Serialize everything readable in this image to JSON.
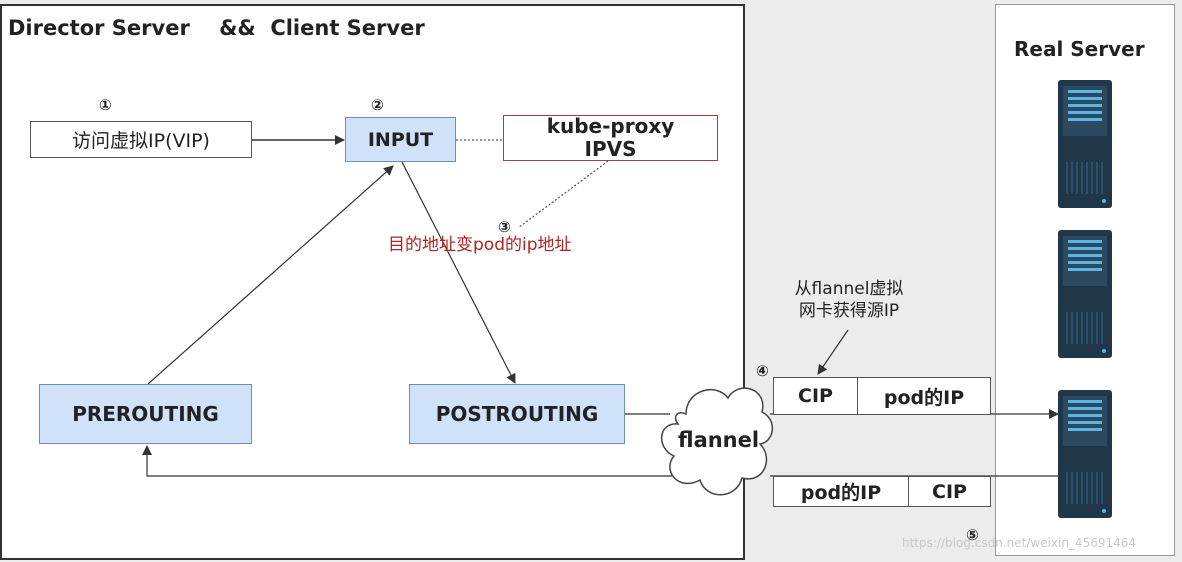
{
  "director_panel": {
    "title": "Director Server    &&  Client Server"
  },
  "real_panel": {
    "title": "Real Server"
  },
  "steps": {
    "s1": "①",
    "s2": "②",
    "s3": "③",
    "s4": "④",
    "s5": "⑤"
  },
  "boxes": {
    "vip": "访问虚拟IP(VIP)",
    "input": "INPUT",
    "kube_proxy_line1": "kube-proxy",
    "kube_proxy_line2": "IPVS",
    "prerouting": "PREROUTING",
    "postrouting": "POSTROUTING"
  },
  "annotations": {
    "dest_change": "目的地址变pod的ip地址",
    "flannel_source_line1": "从flannel虚拟",
    "flannel_source_line2": "网卡获得源IP"
  },
  "cloud": {
    "label": "flannel"
  },
  "packets": {
    "outgoing": [
      "CIP",
      "pod的IP"
    ],
    "return": [
      "pod的IP",
      "CIP"
    ]
  },
  "watermark": "https://blog.csdn.net/weixin_45691464",
  "colors": {
    "box_fill": "#cfe2f9",
    "annotation_red": "#b22222",
    "kube_proxy_border": "#b03a3a"
  }
}
